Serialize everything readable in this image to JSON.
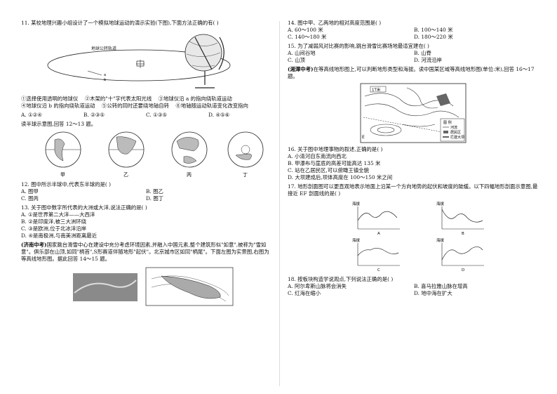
{
  "q11": {
    "stem": "11. 某校地理兴趣小组设计了一个模拟地球运动的演示实验(下图),下面方法正确的有(      )",
    "orbit_label": "地球公转轨道",
    "statements": [
      "①选择使用透明的地球仪",
      "②木架的\"十\"字代表太阳光线",
      "③地球仪沿 a 的指向绕轨道运动",
      "④地球仪沿 b 的指向绕轨道运动",
      "⑤公转的同时还要绕地轴自转",
      "⑥地轴随运动轨道变化改变指向"
    ],
    "options": [
      "A. ①②④",
      "B. ②③⑤",
      "C. ①③⑤",
      "D. ④⑤⑥"
    ]
  },
  "q12_intro": "读半球示意图,回答 12～13 题。",
  "hemispheres": [
    "甲",
    "乙",
    "丙",
    "丁"
  ],
  "q12": {
    "stem": "12. 图中所示半球中,代表东半球的是(      )",
    "options": [
      "A. 图甲",
      "B. 图乙",
      "C. 图丙",
      "D. 图丁"
    ]
  },
  "q13": {
    "stem": "13. 关于图中数字所代表的大洲或大洋,说法正确的是(      )",
    "options": [
      "A. ①是世界第二大洋——大西洋",
      "B. ②是印度洋,被三大洲环绕",
      "C. ③是欧洲,位于北冰洋沿岸",
      "D. ④是南极洲,与南美洲距离最近"
    ]
  },
  "jinan": {
    "tag": "(济南中考)",
    "text": "国家跳台滑雪中心在建设中充分考虑环境因素,并融入中国元素,整个建筑形似\"如意\",被称为\"雪如意\"。俱乐部在山顶,如同\"柄首\",S形赛道伴随地形\"起伏\"。北京城市区如同\"柄尾\"。下面左图为实景图,右图为等高线地形图。据此回答 14～15 题。"
  },
  "q14": {
    "stem": "14. 图中甲、乙两地的相对高度范围是(      )",
    "options": [
      "A. 60～100 米",
      "B. 100～140 米",
      "C. 140～180 米",
      "D. 180～220 米"
    ]
  },
  "q15": {
    "stem": "15. 为了减弱风对比赛的影响,跳台滑雪比赛场地最适宜建在(      )",
    "options": [
      "A. 山间谷地",
      "B. 山脊",
      "C. 山顶",
      "D. 河流沿岸"
    ]
  },
  "xiangtan": {
    "tag": "(湘潭中考)",
    "text": "在等高线地形图上,可以判断地形类型和海拔。读中国某区域等高线地形图(单位:米),回答 16～17 题。"
  },
  "contour_map": {
    "label_ridge": "1T米",
    "legend": [
      "图  例",
      "河流",
      "居民区",
      "拦建大坝"
    ]
  },
  "q16": {
    "stem": "16. 关于图中地理事物的叙述,正确的是(      )",
    "options": [
      "A. 小清河自东南流向西北",
      "B. 甲瀑布与崖底的高差可能高达 135 米",
      "C. 站在乙居民区,可以俯瞰王镇全貌",
      "D. 大坝建成后,坝体高度在 100～150 米之间"
    ]
  },
  "q17": {
    "stem": "17. 地形剖面图可以更直观地表示地面上沿某一个方向地势的起伏和坡度的陡缓。以下四幅地形剖面示意图,最接近 EF 剖面线的是(      )",
    "profile_ylabel": "海拔",
    "profile_labels": [
      "A",
      "B",
      "C",
      "D"
    ]
  },
  "q18": {
    "stem": "18. 按板块构造学说观点,下列说法正确的是(      )",
    "options": [
      "A. 阿尔卑斯山脉将会消失",
      "B. 喜马拉雅山脉在增高",
      "C. 红海在缩小",
      "D. 地中海在扩大"
    ]
  }
}
